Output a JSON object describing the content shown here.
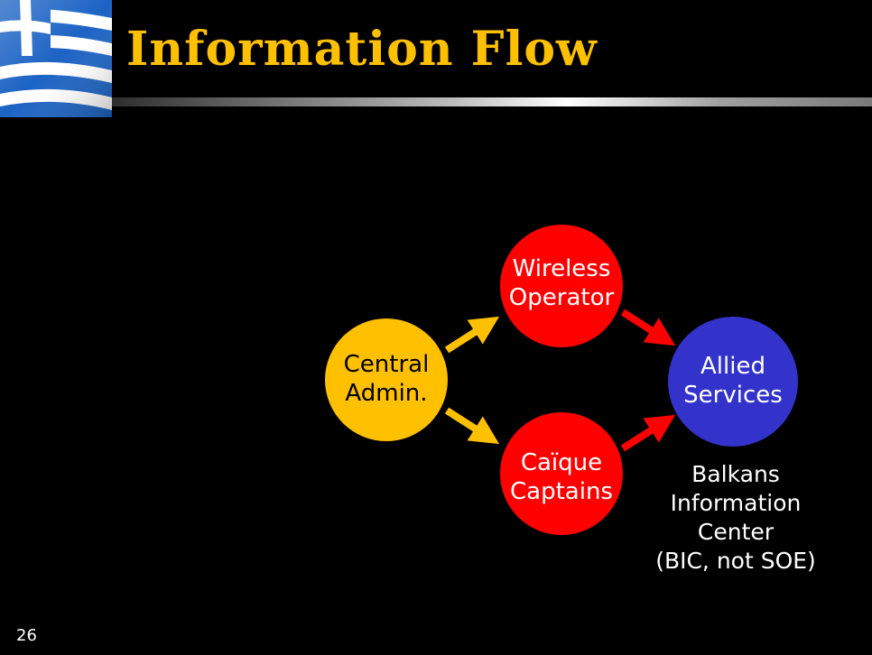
{
  "slide": {
    "title": "Information Flow",
    "number": "26",
    "colors": {
      "background": "#000000",
      "title": "#ffc000",
      "central_node": "#ffc000",
      "relay_node": "#ff0000",
      "allied_node": "#3333cc",
      "arrow_from_central": "#ffc000",
      "arrow_to_allied": "#ff0000"
    },
    "logo_icon": "greek-flag-icon"
  },
  "diagram": {
    "nodes": {
      "central": {
        "line1": "Central",
        "line2": "Admin."
      },
      "wireless": {
        "line1": "Wireless",
        "line2": "Operator"
      },
      "caique": {
        "line1": "Caïque",
        "line2": "Captains"
      },
      "allied": {
        "line1": "Allied",
        "line2": "Services"
      }
    },
    "caption": {
      "line1": "Balkans",
      "line2": "Information",
      "line3": "Center",
      "line4": "(BIC, not SOE)"
    }
  }
}
